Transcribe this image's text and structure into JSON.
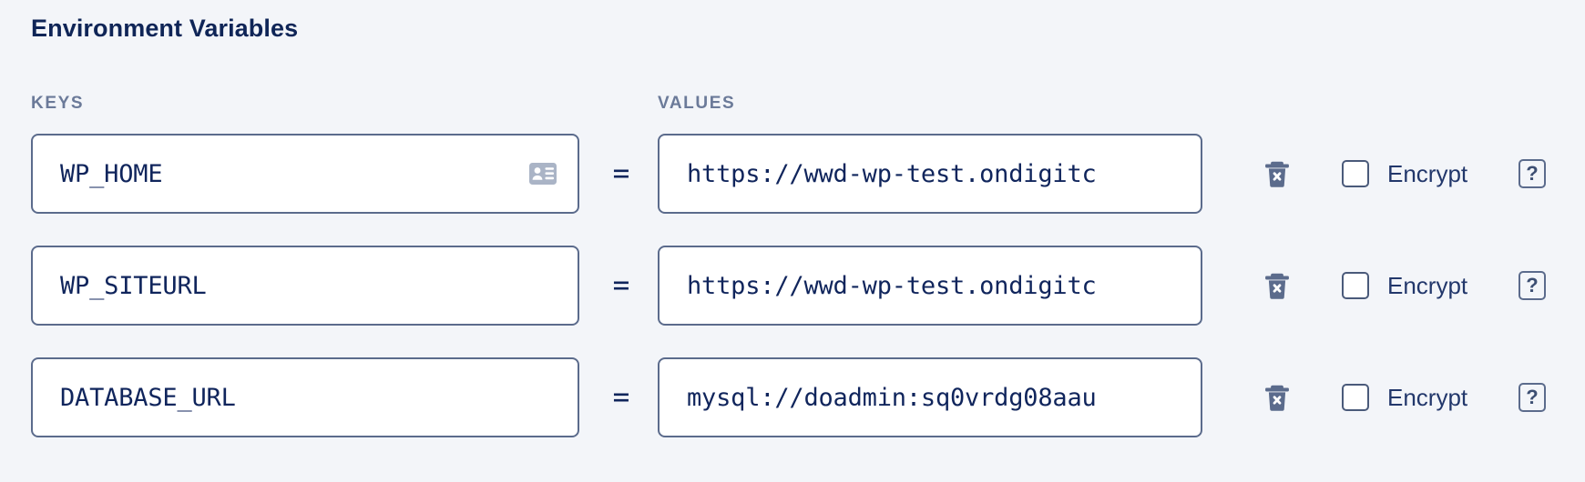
{
  "section": {
    "title": "Environment Variables"
  },
  "columns": {
    "keys_label": "KEYS",
    "values_label": "VALUES",
    "equals_sign": "="
  },
  "controls": {
    "encrypt_label": "Encrypt",
    "help_glyph": "?",
    "delete_icon": "trash-icon",
    "autofill_icon": "contact-card-icon"
  },
  "colors": {
    "page_background": "#f3f5f9",
    "field_background": "#ffffff",
    "field_border": "#5b6b8c",
    "text_primary": "#10255c",
    "label_muted": "#6b7a99",
    "icon": "#5b6b8c"
  },
  "rows": [
    {
      "key": "WP_HOME",
      "value": "https://wwd-wp-test.ondigitc",
      "has_autofill_icon": true,
      "encrypt_checked": false
    },
    {
      "key": "WP_SITEURL",
      "value": "https://wwd-wp-test.ondigitc",
      "has_autofill_icon": false,
      "encrypt_checked": false
    },
    {
      "key": "DATABASE_URL",
      "value": "mysql://doadmin:sq0vrdg08aau",
      "has_autofill_icon": false,
      "encrypt_checked": false
    }
  ]
}
